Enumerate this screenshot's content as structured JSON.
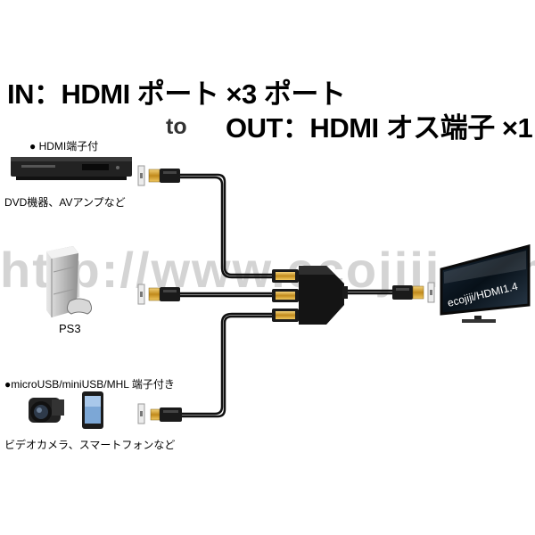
{
  "headline": {
    "line1": "IN：HDMI ポート ×3 ポート",
    "to": "to",
    "line2": "OUT：HDMI オス端子 ×1"
  },
  "sources": [
    {
      "title": "● HDMI端子付",
      "caption": "DVD機器、AVアンプなど"
    },
    {
      "title": "",
      "caption": "PS3"
    },
    {
      "title": "●microUSB/miniUSB/MHL 端子付き",
      "caption": "ビデオカメラ、スマートフォンなど"
    }
  ],
  "watermark": "http://www.ecojiji.com",
  "tv_screen_text": "ecojiji/HDMI1.4",
  "colors": {
    "cable": "#111111",
    "gold": "#d8a630",
    "watermark": "#d4d4d4"
  }
}
